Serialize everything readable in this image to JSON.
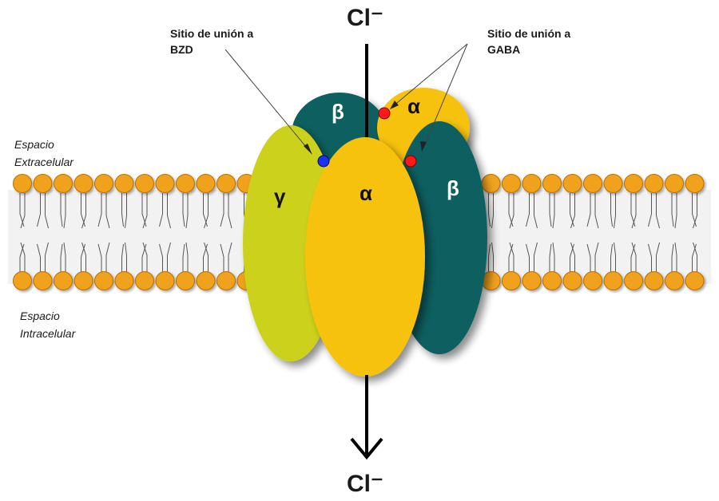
{
  "ions": {
    "top": "Cl⁻",
    "bottom": "Cl⁻"
  },
  "callouts": {
    "bzd": {
      "line1": "Sitio de unión a",
      "line2": "BZD"
    },
    "gaba": {
      "line1": "Sitio de unión a",
      "line2": "GABA"
    }
  },
  "spaces": {
    "extracellular": {
      "line1": "Espacio",
      "line2": "Extracelular"
    },
    "intracellular": {
      "line1": "Espacio",
      "line2": "Intracelular"
    }
  },
  "subunits": {
    "beta_back": "β",
    "alpha_back": "α",
    "gamma": "γ",
    "alpha_front": "α",
    "beta_front": "β"
  },
  "colors": {
    "lipid_head": "#f0a21a",
    "gamma": "#ccd11a",
    "alpha": "#f7c20a",
    "beta": "#0a5e60",
    "gaba_site": "#ff1a1a",
    "bzd_site": "#1a33ee"
  }
}
